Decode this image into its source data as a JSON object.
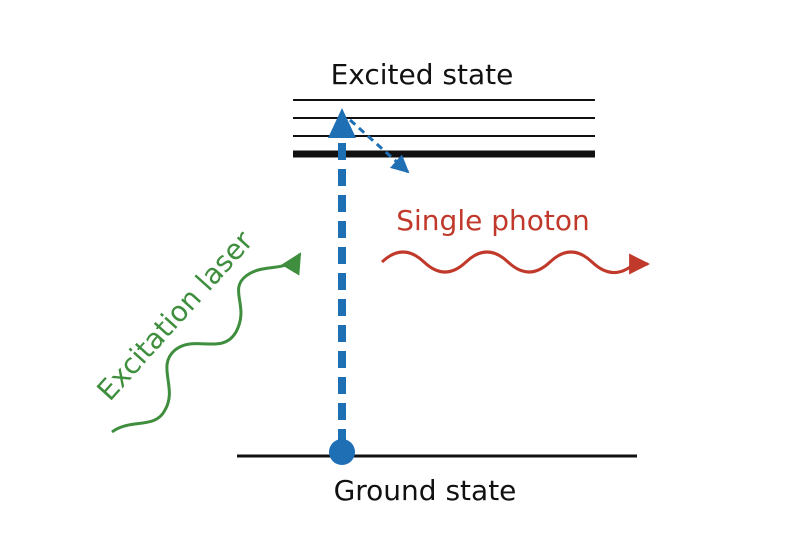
{
  "diagram": {
    "excited_label": "Excited state",
    "ground_label": "Ground state",
    "photon_label": "Single photon",
    "laser_label": "Excitation laser"
  },
  "colors": {
    "levels": "#111111",
    "transition": "#1f6fb5",
    "photon": "#c0392b",
    "laser": "#3e8e3e",
    "text": "#111111"
  }
}
